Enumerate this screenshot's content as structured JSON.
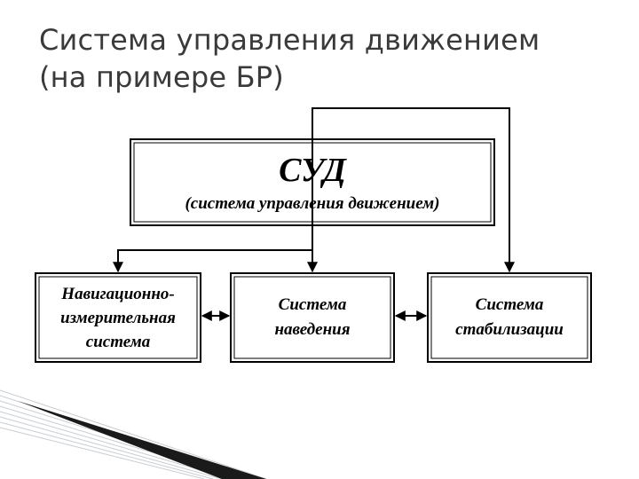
{
  "slide": {
    "title_line1": "Система управления движением",
    "title_line2": "(на примере БР)"
  },
  "diagram": {
    "top_box": {
      "title": "СУД",
      "subtitle": "(система управления движением)"
    },
    "boxes": [
      {
        "line1": "Навигационно-",
        "line2": "измерительная",
        "line3": "система"
      },
      {
        "line1": "Система",
        "line2": "наведения"
      },
      {
        "line1": "Система",
        "line2": "стабилизации"
      }
    ]
  }
}
